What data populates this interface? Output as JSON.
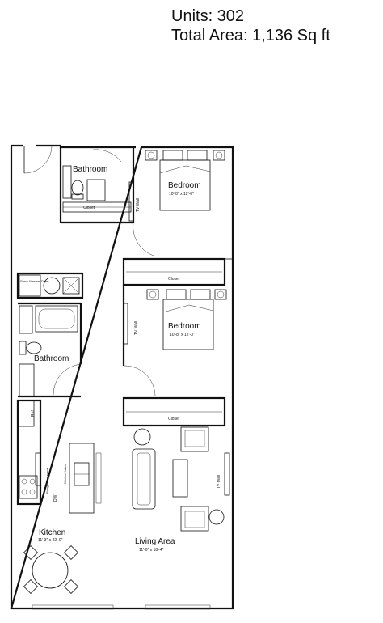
{
  "header": {
    "units": "Units: 302",
    "area": "Total Area: 1,136 Sq ft"
  },
  "rooms": {
    "bathroom_master": "Bathroom",
    "bedroom_1": "Bedroom",
    "bedroom_1_dim": "10'-8\" x 12'-0\"",
    "bedroom_2": "Bedroom",
    "bedroom_2_dim": "10'-8\" x 12'-0\"",
    "bathroom_2": "Bathroom",
    "kitchen": "Kitchen",
    "kitchen_dim": "11'-3\" x 22'-0\"",
    "living": "Living Area",
    "living_dim": "11'-0\" x 18'-4\""
  },
  "fixtures": {
    "closet": "Closet",
    "tv_wall": "TV Wall",
    "washer_dryer": "Stack Washer Dryer",
    "ref": "Ref",
    "dw": "DW",
    "range": "Range Microwave",
    "island": "Kitchen Island"
  }
}
